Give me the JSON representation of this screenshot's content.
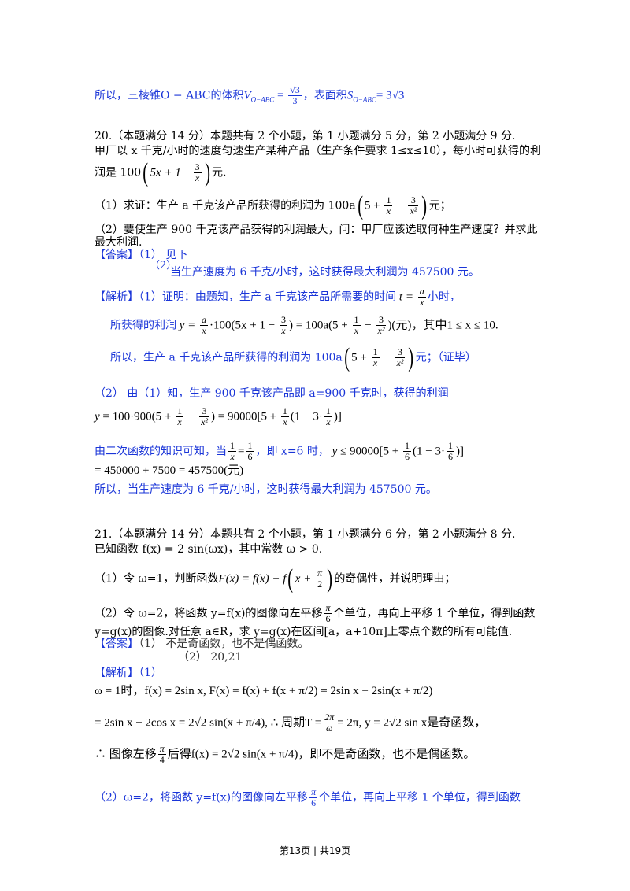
{
  "prev": {
    "text": "所以，三棱锥O − ABC的体积",
    "vol_label": "V",
    "vol_sub": "O−ABC",
    "vol_value": "√3 / 3",
    "area_text": "，表面积",
    "area_label": "S",
    "area_sub": "O−ABC",
    "area_value": "= 3√3"
  },
  "q20": {
    "header": "20.（本题满分 14 分）本题共有 2 个小题，第 1 小题满分 5 分，第 2 小题满分 9 分.",
    "stem1": "甲厂以 x 千克/小时的速度匀速生产某种产品（生产条件要求 1≤x≤10），每小时可获得的利",
    "stem2_pre": "润是 100",
    "stem2_expr": "5x + 1 −",
    "stem2_post": "元.",
    "p1": "（1）求证：生产 a 千克该产品所获得的利润为 100a",
    "p1_post": "元；",
    "p2a": "（2）要使生产 900 千克该产品获得的利润最大，问：甲厂应该选取何种生产速度？并求此",
    "p2b": "最大利润.",
    "ans_label": "【答案】",
    "ans1": "（1） 见下",
    "ans2_num": "（2）",
    "ans2": "当生产速度为 6 千克/小时，这时获得最大利润为 457500 元。",
    "sol_label": "【解析】",
    "sol1": "（1）证明：由题知，生产 a 千克该产品所需要的时间",
    "sol1_post": "小时，",
    "sol2_pre": "所获得的利润",
    "sol2_post": "，其中1 ≤ x ≤ 10.",
    "sol3_pre": "所以，生产 a 千克该产品所获得的利润为 100a",
    "sol3_post": "元；（证毕）",
    "sol4": "（2） 由（1）知，生产 900 千克该产品即 a=900 千克时，获得的利润",
    "sol6_pre": "由二次函数的知识可知，当",
    "sol6_mid": "，即 x=6 时，",
    "sol7": "= 450000 + 7500 = 457500(元)",
    "sol8": "所以，当生产速度为 6 千克/小时，这时获得最大利润为 457500 元。"
  },
  "q21": {
    "header": "21.（本题满分 14 分）本题共有 2 个小题，第 1 小题满分 6 分，第 2 小题满分 8 分.",
    "stem_pre": "已知函数 f(x) = 2 sin(ωx)，其中常数 ω > 0.",
    "p1_pre": "（1）令 ω=1，判断函数",
    "p1_post": "的奇偶性，并说明理由；",
    "p2a_pre": "（2）令 ω=2，将函数 y=f(x)的图像向左平移",
    "p2a_post": "个单位，再向上平移 1 个单位，得到函数",
    "p2b": "y=g(x)的图像.对任意 a∈R，求 y=g(x)在区间[a，a+10π]上零点个数的所有可能值.",
    "ans_label": "【答案】",
    "ans1": "（1） 不是奇函数，也不是偶函数。",
    "ans2": "（2） 20,21",
    "sol_label": "【解析】",
    "sol_num": "（1）",
    "sol1": "ω = 1时，f(x) = 2sin x, F(x) = f(x) + f(x + π/2) = 2sin x + 2sin(x + π/2)",
    "sol2_pre": "= 2sin x + 2cos x = 2√2 sin(x + π/4), ∴ 周期T =",
    "sol2_post": "= 2π, y = 2√2 sin x是奇函数，",
    "sol3_pre": "∴ 图像左移",
    "sol3_post": "后得f(x) = 2√2 sin(x + π/4)，即不是奇函数，也不是偶函数。",
    "sol4_pre": "（2）ω=2，将函数 y=f(x)的图像向左平移",
    "sol4_post": "个单位，再向上平移 1 个单位，得到函数"
  },
  "footer": "第13页 | 共19页"
}
